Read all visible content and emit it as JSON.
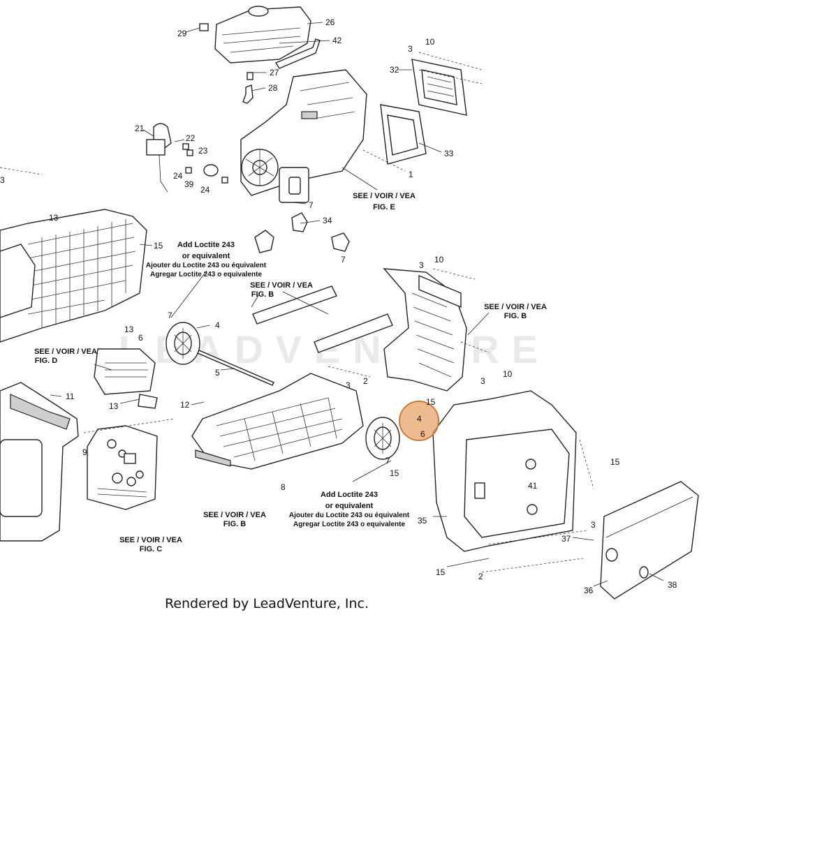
{
  "watermark": "LEADVENTURE",
  "footer_text": "Rendered by LeadVenture, Inc.",
  "highlight": {
    "color": "#e8a36a",
    "label": "4",
    "sublabel": "6",
    "top_label": "15"
  },
  "notes": [
    {
      "id": "loctite-top",
      "line1": "Add Loctite 243",
      "line2": "or equivalent",
      "line3": "Ajouter du Loctite 243 ou équivalent",
      "line4": "Agregar Loctite 243 o equivalente"
    },
    {
      "id": "loctite-bottom",
      "line1": "Add Loctite 243",
      "line2": "or equivalent",
      "line3": "Ajouter du Loctite 243 ou équivalent",
      "line4": "Agregar Loctite 243 o equivalente"
    }
  ],
  "see_refs": [
    {
      "id": "fig-e",
      "line1": "SEE / VOIR / VEA",
      "line2": "FIG. E"
    },
    {
      "id": "fig-b-tube",
      "line1": "SEE / VOIR / VEA",
      "line2": "FIG. B"
    },
    {
      "id": "fig-b-frame",
      "line1": "SEE / VOIR / VEA",
      "line2": "FIG. B"
    },
    {
      "id": "fig-d",
      "line1": "SEE / VOIR / VEA",
      "line2": "FIG. D"
    },
    {
      "id": "fig-b-base",
      "line1": "SEE / VOIR / VEA",
      "line2": "FIG. B"
    },
    {
      "id": "fig-c",
      "line1": "SEE / VOIR / VEA",
      "line2": "FIG. C"
    }
  ],
  "callouts": [
    "29",
    "26",
    "42",
    "27",
    "28",
    "10",
    "3",
    "32",
    "33",
    "1",
    "21",
    "22",
    "23",
    "24",
    "39",
    "24",
    "3",
    "13",
    "15",
    "7",
    "34",
    "7",
    "3",
    "10",
    "7",
    "4",
    "6",
    "13",
    "5",
    "3",
    "2",
    "3",
    "10",
    "11",
    "13",
    "12",
    "9",
    "8",
    "7",
    "15",
    "41",
    "15",
    "35",
    "3",
    "37",
    "15",
    "2",
    "36",
    "38"
  ]
}
